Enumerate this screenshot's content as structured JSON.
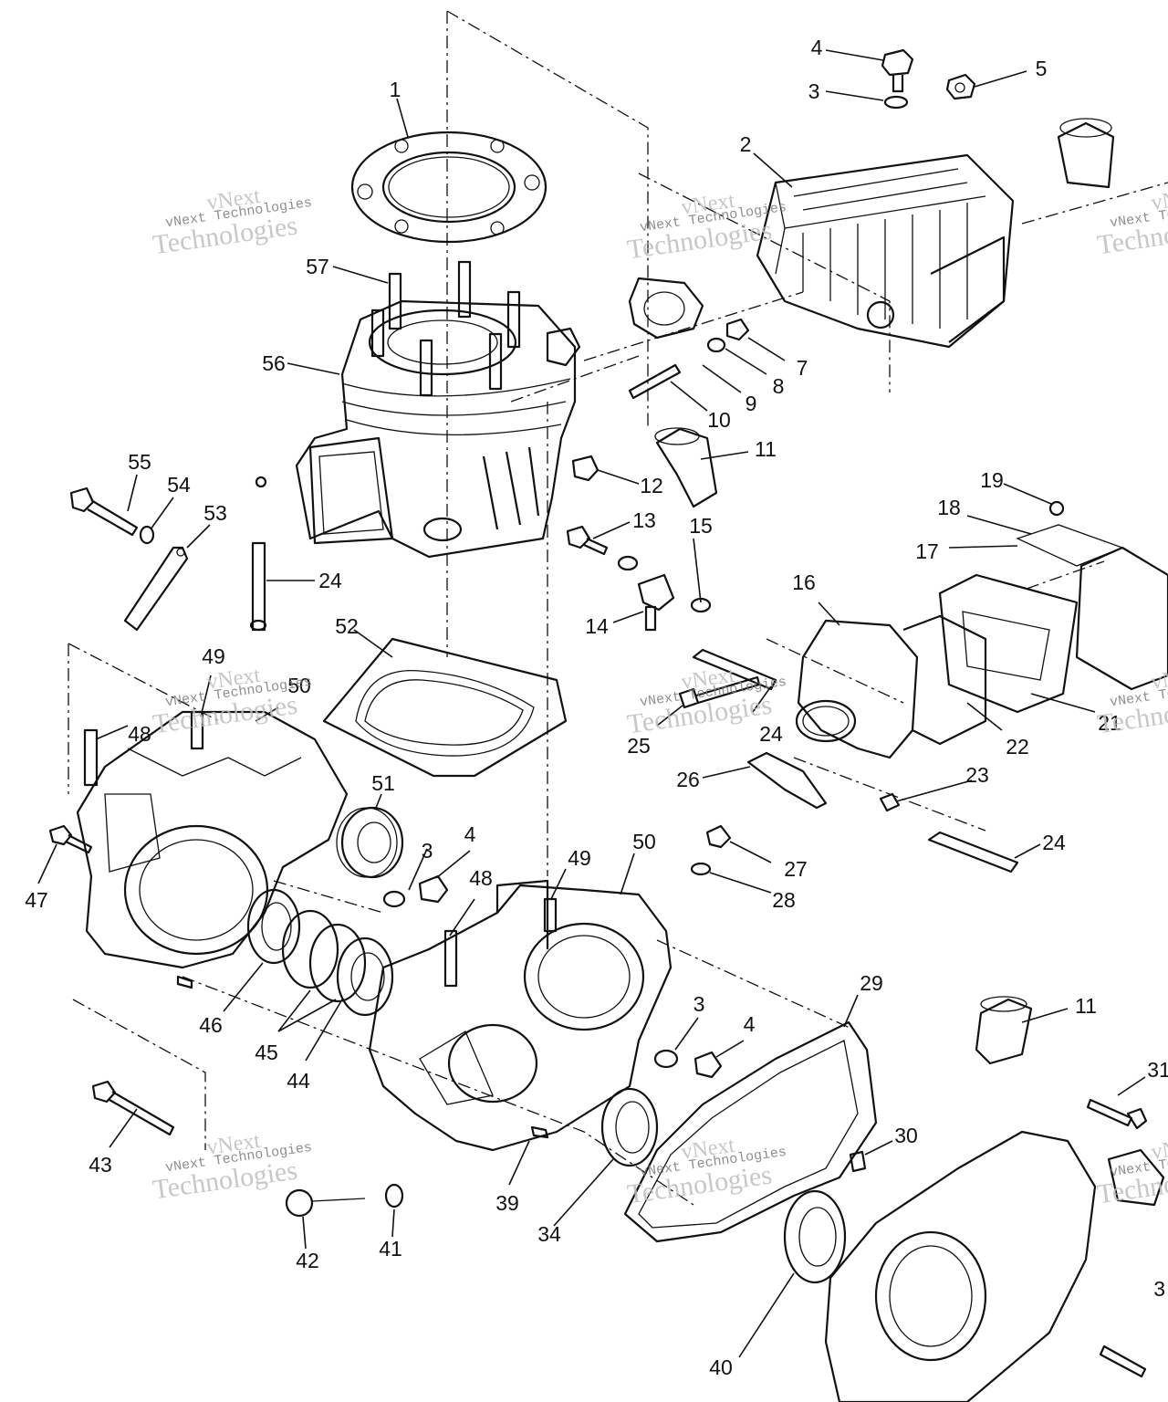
{
  "watermark": {
    "line1": "vNext",
    "line2": "vNext Technologies",
    "line3": "Technologies"
  },
  "callouts": [
    {
      "id": "c1",
      "label": "1"
    },
    {
      "id": "c2",
      "label": "2"
    },
    {
      "id": "c3a",
      "label": "3"
    },
    {
      "id": "c4a",
      "label": "4"
    },
    {
      "id": "c5",
      "label": "5"
    },
    {
      "id": "c7",
      "label": "7"
    },
    {
      "id": "c8",
      "label": "8"
    },
    {
      "id": "c9",
      "label": "9"
    },
    {
      "id": "c10",
      "label": "10"
    },
    {
      "id": "c11a",
      "label": "11"
    },
    {
      "id": "c12",
      "label": "12"
    },
    {
      "id": "c13",
      "label": "13"
    },
    {
      "id": "c14",
      "label": "14"
    },
    {
      "id": "c15",
      "label": "15"
    },
    {
      "id": "c16",
      "label": "16"
    },
    {
      "id": "c17",
      "label": "17"
    },
    {
      "id": "c18",
      "label": "18"
    },
    {
      "id": "c19",
      "label": "19"
    },
    {
      "id": "c21",
      "label": "21"
    },
    {
      "id": "c22",
      "label": "22"
    },
    {
      "id": "c23",
      "label": "23"
    },
    {
      "id": "c24a",
      "label": "24"
    },
    {
      "id": "c24b",
      "label": "24"
    },
    {
      "id": "c24c",
      "label": "24"
    },
    {
      "id": "c25",
      "label": "25"
    },
    {
      "id": "c26",
      "label": "26"
    },
    {
      "id": "c27",
      "label": "27"
    },
    {
      "id": "c28",
      "label": "28"
    },
    {
      "id": "c29",
      "label": "29"
    },
    {
      "id": "c30",
      "label": "30"
    },
    {
      "id": "c31",
      "label": "31"
    },
    {
      "id": "c34",
      "label": "34"
    },
    {
      "id": "c39",
      "label": "39"
    },
    {
      "id": "c40",
      "label": "40"
    },
    {
      "id": "c41",
      "label": "41"
    },
    {
      "id": "c42",
      "label": "42"
    },
    {
      "id": "c43",
      "label": "43"
    },
    {
      "id": "c44",
      "label": "44"
    },
    {
      "id": "c45",
      "label": "45"
    },
    {
      "id": "c46",
      "label": "46"
    },
    {
      "id": "c47",
      "label": "47"
    },
    {
      "id": "c48a",
      "label": "48"
    },
    {
      "id": "c48b",
      "label": "48"
    },
    {
      "id": "c49a",
      "label": "49"
    },
    {
      "id": "c49b",
      "label": "49"
    },
    {
      "id": "c50a",
      "label": "50"
    },
    {
      "id": "c50b",
      "label": "50"
    },
    {
      "id": "c51",
      "label": "51"
    },
    {
      "id": "c52",
      "label": "52"
    },
    {
      "id": "c53",
      "label": "53"
    },
    {
      "id": "c54",
      "label": "54"
    },
    {
      "id": "c55",
      "label": "55"
    },
    {
      "id": "c56",
      "label": "56"
    },
    {
      "id": "c57",
      "label": "57"
    },
    {
      "id": "c3b",
      "label": "3"
    },
    {
      "id": "c4b",
      "label": "4"
    },
    {
      "id": "c3c",
      "label": "3"
    },
    {
      "id": "c4c",
      "label": "4"
    },
    {
      "id": "c11b",
      "label": "11"
    },
    {
      "id": "c3d",
      "label": "3"
    }
  ]
}
